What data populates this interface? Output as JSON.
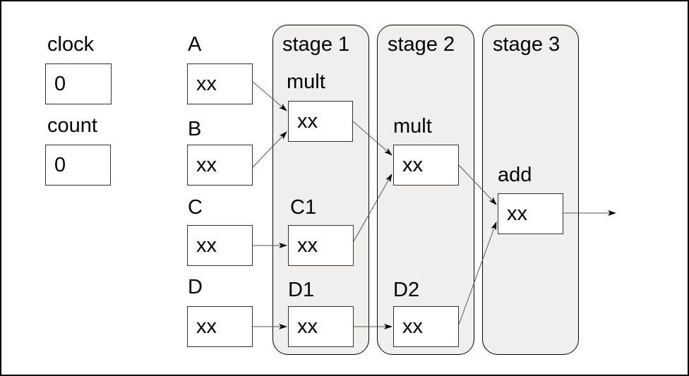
{
  "counters": {
    "clock": {
      "label": "clock",
      "value": "0"
    },
    "count": {
      "label": "count",
      "value": "0"
    }
  },
  "inputs": [
    {
      "label": "A",
      "value": "xx"
    },
    {
      "label": "B",
      "value": "xx"
    },
    {
      "label": "C",
      "value": "xx"
    },
    {
      "label": "D",
      "value": "xx"
    }
  ],
  "stages": [
    {
      "title": "stage 1",
      "registers": [
        {
          "label": "mult",
          "value": "xx"
        },
        {
          "label": "C1",
          "value": "xx"
        },
        {
          "label": "D1",
          "value": "xx"
        }
      ]
    },
    {
      "title": "stage 2",
      "registers": [
        {
          "label": "mult",
          "value": "xx"
        },
        {
          "label": "D2",
          "value": "xx"
        }
      ]
    },
    {
      "title": "stage 3",
      "registers": [
        {
          "label": "add",
          "value": "xx"
        }
      ]
    }
  ]
}
